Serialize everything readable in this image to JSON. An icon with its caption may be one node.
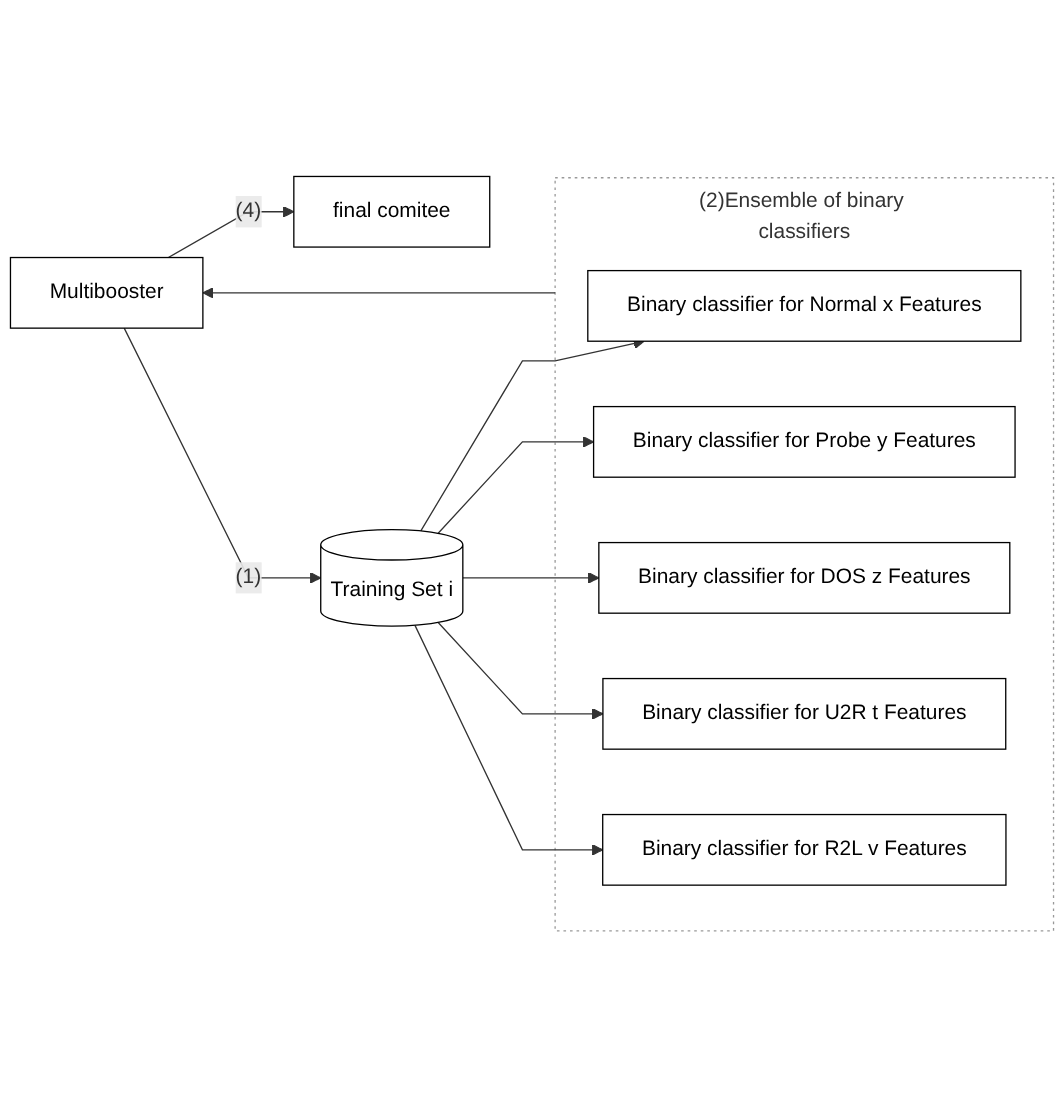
{
  "diagram": {
    "nodes": [
      {
        "text": [
          "Multibooster"
        ]
      },
      {
        "text": [
          "final comitee"
        ]
      },
      {
        "text": [
          "(2)Ensemble of binary classifiers"
        ]
      },
      {
        "text": [
          "Training Set i"
        ]
      },
      {
        "text": [
          "Binary classifier for Normal x Features"
        ],
        "in": 2
      },
      {
        "text": [
          "Binary classifier for Probe y Features"
        ],
        "in": 2
      },
      {
        "text": [
          "Binary classifier for DOS z Features"
        ],
        "in": 2
      },
      {
        "text": [
          "Binary classifier for U2R t Features"
        ],
        "in": 2
      },
      {
        "text": [
          "Binary classifier for R2L v Features"
        ],
        "in": 2
      }
    ],
    "edges": [
      {
        "from": 0,
        "to": 1,
        "arrow": "to",
        "label": "(4)"
      },
      {
        "from": 0,
        "to": 3,
        "arrow": "to",
        "label": "(1)"
      },
      {
        "from": 3,
        "to": 4,
        "arrow": "to"
      },
      {
        "from": 3,
        "to": 5,
        "arrow": "to"
      },
      {
        "from": 3,
        "to": 6,
        "arrow": "to"
      },
      {
        "from": 3,
        "to": 7,
        "arrow": "to"
      },
      {
        "from": 3,
        "to": 8,
        "arrow": "to"
      },
      {
        "from": 2,
        "to": 0,
        "arrow": "to"
      }
    ]
  }
}
